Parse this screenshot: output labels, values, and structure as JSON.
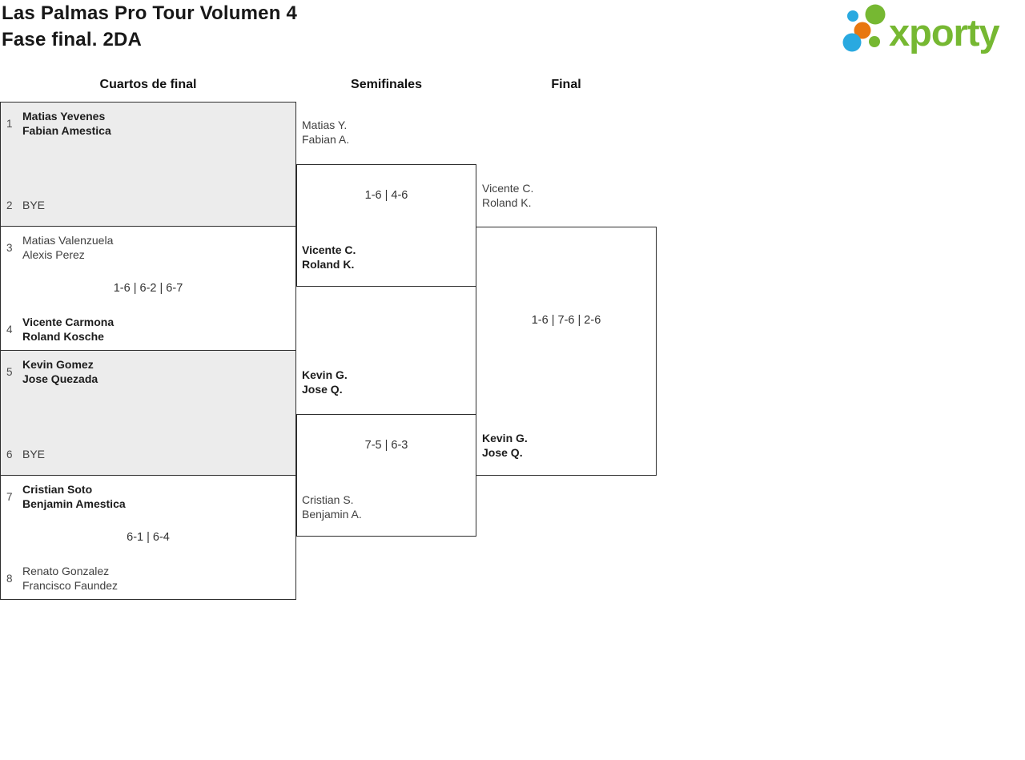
{
  "header": {
    "title_line1": "Las Palmas Pro Tour Volumen 4",
    "title_line2": "Fase final. 2DA",
    "logo_text": "xporty",
    "logo_colors": {
      "green": "#76b832",
      "blue": "#29a9e0",
      "orange": "#e8770f"
    }
  },
  "rounds": {
    "quarterfinals_label": "Cuartos de final",
    "semifinals_label": "Semifinales",
    "final_label": "Final"
  },
  "quarterfinals": [
    {
      "shaded": true,
      "top": {
        "seed": "1",
        "lines": [
          "Matias Yevenes",
          "Fabian Amestica"
        ],
        "winner": true
      },
      "bottom": {
        "seed": "2",
        "lines": [
          "BYE"
        ],
        "winner": false
      },
      "score": ""
    },
    {
      "shaded": false,
      "top": {
        "seed": "3",
        "lines": [
          "Matias Valenzuela",
          "Alexis Perez"
        ],
        "winner": false
      },
      "bottom": {
        "seed": "4",
        "lines": [
          "Vicente Carmona",
          "Roland Kosche"
        ],
        "winner": true
      },
      "score": "1-6 | 6-2 | 6-7"
    },
    {
      "shaded": true,
      "top": {
        "seed": "5",
        "lines": [
          "Kevin Gomez",
          "Jose Quezada"
        ],
        "winner": true
      },
      "bottom": {
        "seed": "6",
        "lines": [
          "BYE"
        ],
        "winner": false
      },
      "score": ""
    },
    {
      "shaded": false,
      "top": {
        "seed": "7",
        "lines": [
          "Cristian Soto",
          "Benjamin Amestica"
        ],
        "winner": true
      },
      "bottom": {
        "seed": "8",
        "lines": [
          "Renato Gonzalez",
          "Francisco Faundez"
        ],
        "winner": false
      },
      "score": "6-1 | 6-4"
    }
  ],
  "semifinals": [
    {
      "top": {
        "lines": [
          "Matias Y.",
          "Fabian A."
        ],
        "winner": false
      },
      "bottom": {
        "lines": [
          "Vicente C.",
          "Roland K."
        ],
        "winner": true
      },
      "score": "1-6 | 4-6"
    },
    {
      "top": {
        "lines": [
          "Kevin G.",
          "Jose Q."
        ],
        "winner": true
      },
      "bottom": {
        "lines": [
          "Cristian S.",
          "Benjamin A."
        ],
        "winner": false
      },
      "score": "7-5 | 6-3"
    }
  ],
  "final": {
    "top": {
      "lines": [
        "Vicente C.",
        "Roland K."
      ],
      "winner": false
    },
    "bottom": {
      "lines": [
        "Kevin G.",
        "Jose Q."
      ],
      "winner": true
    },
    "score": "1-6 | 7-6 | 2-6"
  }
}
